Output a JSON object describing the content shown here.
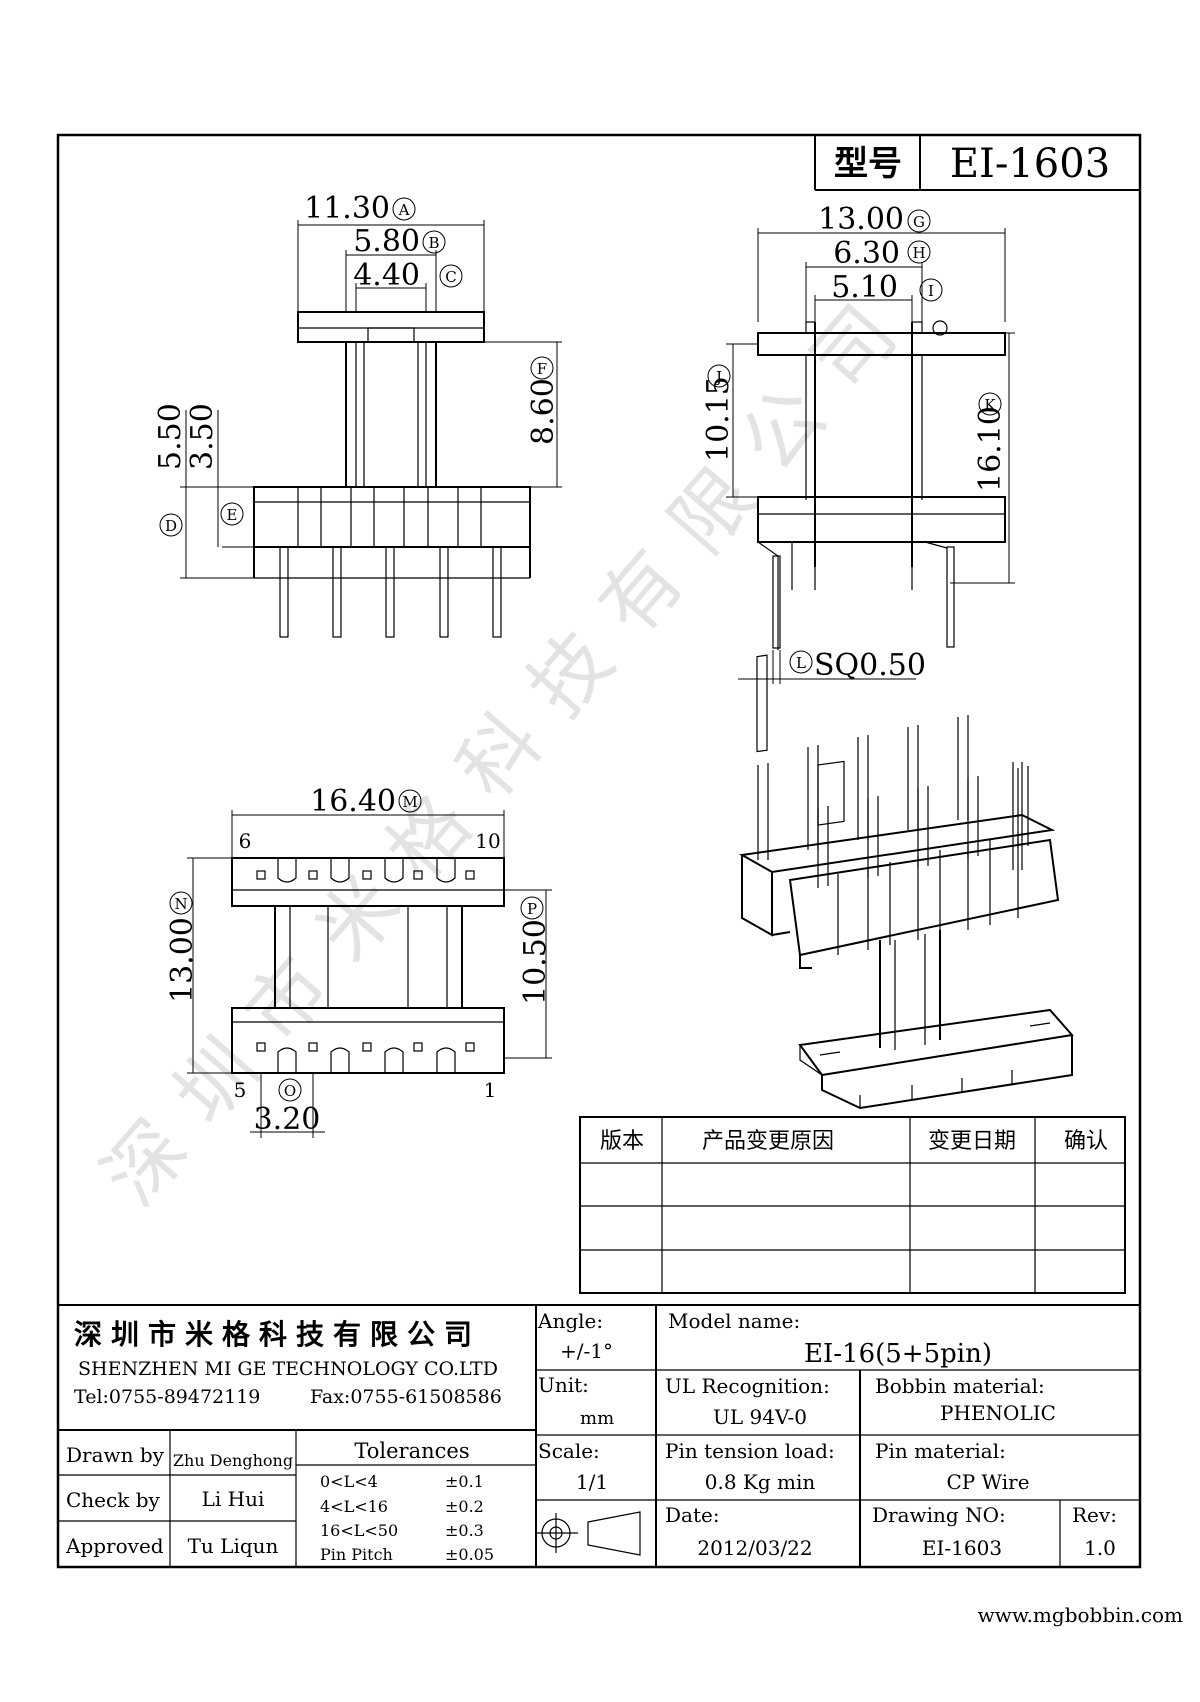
{
  "header": {
    "label_model": "型号",
    "model": "EI-1603"
  },
  "watermark": "深圳市米格科技有限公司",
  "dimensions": {
    "A": {
      "value": "11.30",
      "tag": "A"
    },
    "B": {
      "value": "5.80",
      "tag": "B"
    },
    "C": {
      "value": "4.40",
      "tag": "C"
    },
    "D": {
      "value": "5.50",
      "tag": "D"
    },
    "E": {
      "value": "3.50",
      "tag": "E"
    },
    "F": {
      "value": "8.60",
      "tag": "F"
    },
    "G": {
      "value": "13.00",
      "tag": "G"
    },
    "H": {
      "value": "6.30",
      "tag": "H"
    },
    "I": {
      "value": "5.10",
      "tag": "I"
    },
    "J": {
      "value": "10.15",
      "tag": "J"
    },
    "K": {
      "value": "16.10",
      "tag": "K"
    },
    "L": {
      "value": "SQ0.50",
      "tag": "L"
    },
    "M": {
      "value": "16.40",
      "tag": "M"
    },
    "N": {
      "value": "13.00",
      "tag": "N"
    },
    "O": {
      "value": "3.20",
      "tag": "O"
    },
    "P": {
      "value": "10.50",
      "tag": "P"
    }
  },
  "pin_labels": {
    "p6": "6",
    "p10": "10",
    "p5": "5",
    "p1": "1"
  },
  "revision_table": {
    "headers": [
      "版本",
      "产品变更原因",
      "变更日期",
      "确认"
    ],
    "rows": [
      [
        "",
        "",
        "",
        ""
      ],
      [
        "",
        "",
        "",
        ""
      ],
      [
        "",
        "",
        "",
        ""
      ]
    ]
  },
  "title_block": {
    "company_cn": "深圳市米格科技有限公司",
    "company_en": "SHENZHEN  MI GE TECHNOLOGY  CO.LTD",
    "tel": "Tel:0755-89472119",
    "fax": "Fax:0755-61508586",
    "angle_label": "Angle:",
    "angle_value": "+/-1°",
    "model_label": "Model name:",
    "model_value": "EI-16(5+5pin)",
    "unit_label": "Unit:",
    "unit_value": "mm",
    "ul_label": "UL Recognition:",
    "ul_value": "UL 94V-0",
    "bobbin_label": "Bobbin material:",
    "bobbin_value": "PHENOLIC",
    "drawn_label": "Drawn by",
    "drawn_value": "Zhu Denghong",
    "check_label": "Check by",
    "check_value": "Li Hui",
    "approved_label": "Approved",
    "approved_value": "Tu Liqun",
    "tolerances_title": "Tolerances",
    "tol_rows": [
      {
        "range": "0<L<4",
        "tol": "±0.1"
      },
      {
        "range": "4<L<16",
        "tol": "±0.2"
      },
      {
        "range": "16<L<50",
        "tol": "±0.3"
      },
      {
        "range": "Pin Pitch",
        "tol": "±0.05"
      }
    ],
    "scale_label": "Scale:",
    "scale_value": "1/1",
    "tension_label": "Pin tension load:",
    "tension_value": "0.8 Kg min",
    "pin_mat_label": "Pin material:",
    "pin_mat_value": "CP Wire",
    "date_label": "Date:",
    "date_value": "2012/03/22",
    "drawing_no_label": "Drawing NO:",
    "drawing_no_value": "EI-1603",
    "rev_label": "Rev:",
    "rev_value": "1.0"
  },
  "website": "www.mgbobbin.com"
}
